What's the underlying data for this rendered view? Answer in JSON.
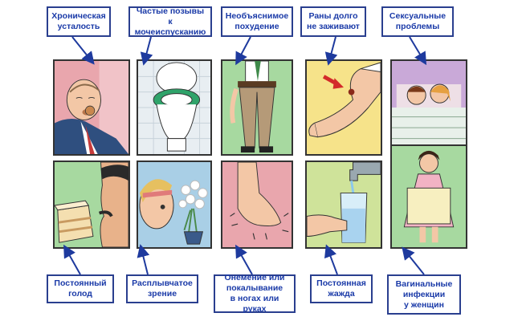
{
  "symptoms": {
    "top": [
      {
        "text": "Хроническая\nусталость"
      },
      {
        "text": "Частые позывы\nк мочеиспусканию"
      },
      {
        "text": "Необъяснимое\nпохудение"
      },
      {
        "text": "Раны долго\nне заживают"
      },
      {
        "text": "Сексуальные\nпроблемы"
      }
    ],
    "bottom": [
      {
        "text": "Постоянный\nголод"
      },
      {
        "text": "Расплывчатое\nзрение"
      },
      {
        "text": "Онемение или\nпокалывание\nв ногах или руках"
      },
      {
        "text": "Постоянная\nжажда"
      },
      {
        "text": "Вагинальные\nинфекции\nу женщин"
      }
    ]
  },
  "colors": {
    "label_border": "#2a3f8f",
    "label_text": "#1a3aa8",
    "arrow": "#1e3a9e",
    "panel_pink": "#e9a6ad",
    "panel_blue": "#a9cfe6",
    "panel_yellow": "#f6e38a",
    "panel_green": "#a7d9a0",
    "panel_lime": "#cfe39a",
    "panel_lilac": "#c9a9d8"
  }
}
